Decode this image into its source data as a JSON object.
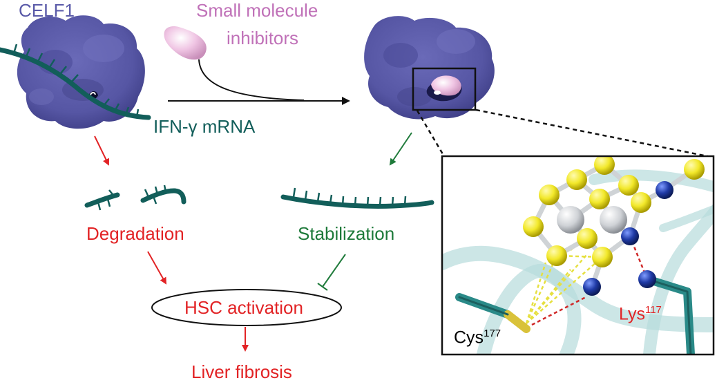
{
  "labels": {
    "protein": "CELF1",
    "inhibitor_line1": "Small molecule",
    "inhibitor_line2": "inhibitors",
    "mrna": "IFN-γ mRNA",
    "degradation": "Degradation",
    "stabilization": "Stabilization",
    "hsc": "HSC activation",
    "fibrosis": "Liver fibrosis",
    "cys": "Cys",
    "cys_num": "177",
    "lys": "Lys",
    "lys_num": "117"
  },
  "colors": {
    "protein": "#5a5aa8",
    "protein_dark": "#3e3e86",
    "inhibitor": "#c071b8",
    "inhibitor_fill": "#f0c6e4",
    "rna": "#125e5a",
    "red": "#e22325",
    "green": "#1e7a3a",
    "carbon": "#f2e82a",
    "nitrogen": "#1f3aa6",
    "bond": "#cfd3d6",
    "cys_sulfur": "#d9c23a",
    "teal_residue": "#2a8a88",
    "ribbon": "#b7dcdc"
  }
}
